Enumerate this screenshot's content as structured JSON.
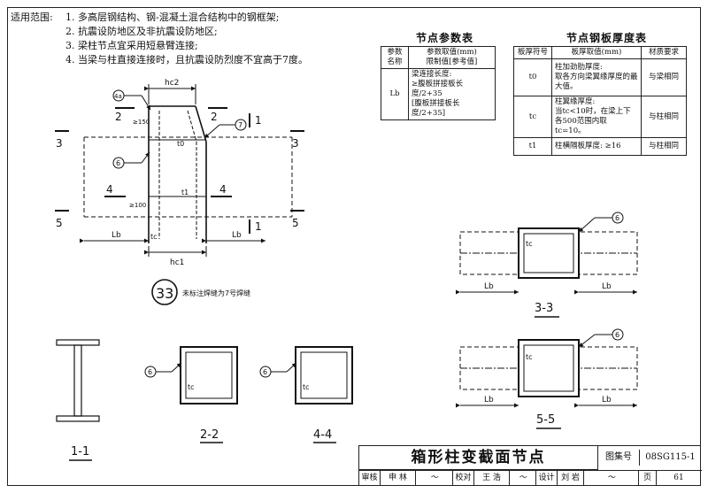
{
  "scope": {
    "title": "适用范围:",
    "items": [
      "1. 多高层钢结构、钢-混凝土混合结构中的钢框架;",
      "2. 抗震设防地区及非抗震设防地区;",
      "3. 梁柱节点宜采用短悬臂连接;",
      "4. 当梁与柱直接连接时，且抗震设防烈度不宜高于7度。"
    ]
  },
  "param_table": {
    "title": "节点参数表",
    "h1": "参数名称",
    "h2": "参数取值(mm)",
    "h2b": "限制值[参考值]",
    "row_name": "Lb",
    "row_l1": "梁连接长度:",
    "row_l2": "≥腹板拼接板长度/2+35",
    "row_l3": "[腹板拼接板长度/2+35]"
  },
  "plate_table": {
    "title": "节点钢板厚度表",
    "headers": [
      "板厚符号",
      "板厚取值(mm)",
      "材质要求"
    ],
    "rows": [
      {
        "sym": "t0",
        "l1": "柱加劲肋厚度:",
        "l2": "取各方向梁翼缘厚度的最",
        "l3": "大值。",
        "mat": "与梁相同"
      },
      {
        "sym": "tc",
        "l1": "柱翼缘厚度:",
        "l2": "当tc<10时，在梁上下",
        "l3": "各500范围内取 tc=10。",
        "mat": "与柱相同"
      },
      {
        "sym": "t1",
        "l1": "柱横隔板厚度: ≥16",
        "l2": "",
        "l3": "",
        "mat": "与柱相同"
      }
    ]
  },
  "labels": {
    "hc2": "hc2",
    "hc1": "hc1",
    "lb": "Lb",
    "tc": "tc",
    "t0": "t0",
    "t1": "t1",
    "d150": "≥150",
    "d100": "≥100",
    "n1": "1",
    "n2": "2",
    "n3": "3",
    "n4": "4",
    "n5": "5",
    "w4a": "4a",
    "w6": "6",
    "w7": "7",
    "node_no": "33",
    "note": "未标注焊缝为7号焊缝",
    "sec11": "1-1",
    "sec22": "2-2",
    "sec44": "4-4",
    "sec33": "3-3",
    "sec55": "5-5"
  },
  "title_block": {
    "name": "箱形柱变截面节点",
    "atlas_label": "图集号",
    "atlas_no": "08SG115-1",
    "review": "审核",
    "reviewer": "申 林",
    "check": "校对",
    "checker": "王 浩",
    "design": "设计",
    "designer": "刘 岩",
    "page_label": "页",
    "page_no": "61"
  }
}
